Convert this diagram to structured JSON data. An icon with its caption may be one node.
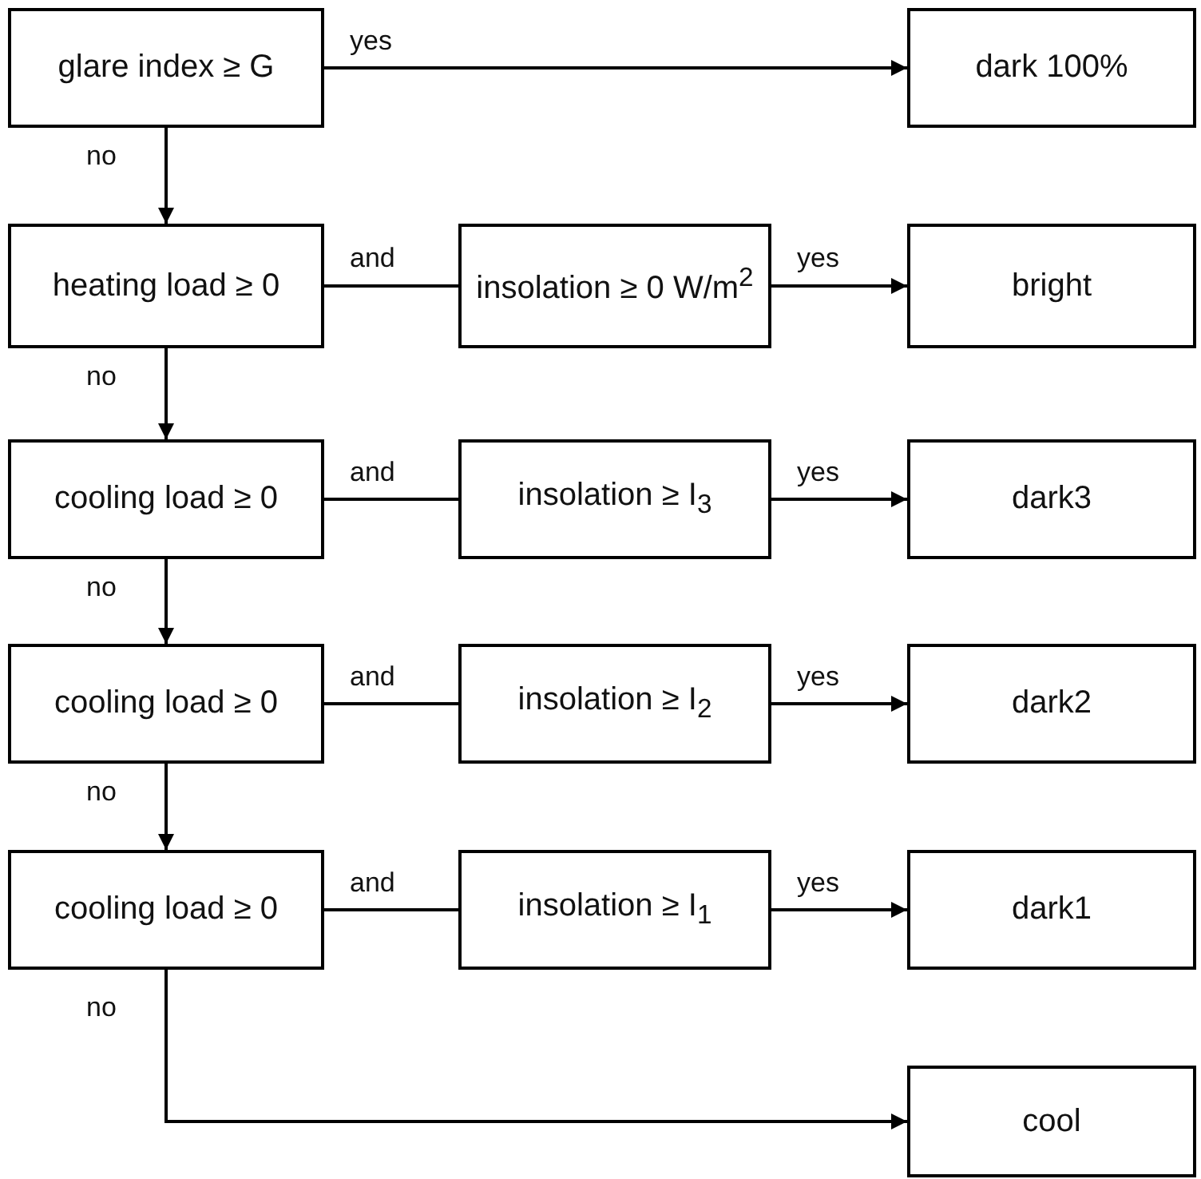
{
  "diagram": {
    "nodes": [
      {
        "text": [
          "glare index ≥ G"
        ]
      },
      {
        "text": [
          "dark 100%"
        ]
      },
      {
        "text": [
          "heating load ≥ 0"
        ]
      },
      {
        "text": [
          "insolation ≥ 0 W/m$^{2}$"
        ]
      },
      {
        "text": [
          "bright"
        ]
      },
      {
        "text": [
          "cooling load ≥ 0"
        ]
      },
      {
        "text": [
          "insolation ≥ I$_{3}$"
        ]
      },
      {
        "text": [
          "dark3"
        ]
      },
      {
        "text": [
          "cooling load ≥ 0"
        ]
      },
      {
        "text": [
          "insolation ≥ I$_{2}$"
        ]
      },
      {
        "text": [
          "dark2"
        ]
      },
      {
        "text": [
          "cooling load ≥ 0"
        ]
      },
      {
        "text": [
          "insolation ≥ I$_{1}$"
        ]
      },
      {
        "text": [
          "dark1"
        ]
      },
      {
        "text": [
          "cool"
        ]
      }
    ],
    "edges": [
      {
        "from": 0,
        "to": 1,
        "arrow": "to",
        "label": "yes"
      },
      {
        "from": 0,
        "to": 2,
        "arrow": "to",
        "label": "no"
      },
      {
        "from": 2,
        "to": 3,
        "arrow": "none",
        "label": "and"
      },
      {
        "from": 3,
        "to": 4,
        "arrow": "to",
        "label": "yes"
      },
      {
        "from": 2,
        "to": 5,
        "arrow": "to",
        "label": "no"
      },
      {
        "from": 5,
        "to": 6,
        "arrow": "none",
        "label": "and"
      },
      {
        "from": 6,
        "to": 7,
        "arrow": "to",
        "label": "yes"
      },
      {
        "from": 5,
        "to": 8,
        "arrow": "to",
        "label": "no"
      },
      {
        "from": 8,
        "to": 9,
        "arrow": "none",
        "label": "and"
      },
      {
        "from": 9,
        "to": 10,
        "arrow": "to",
        "label": "yes"
      },
      {
        "from": 8,
        "to": 11,
        "arrow": "to",
        "label": "no"
      },
      {
        "from": 11,
        "to": 12,
        "arrow": "none",
        "label": "and"
      },
      {
        "from": 12,
        "to": 13,
        "arrow": "to",
        "label": "yes"
      },
      {
        "from": 11,
        "to": 14,
        "arrow": "to",
        "label": "no"
      }
    ]
  }
}
